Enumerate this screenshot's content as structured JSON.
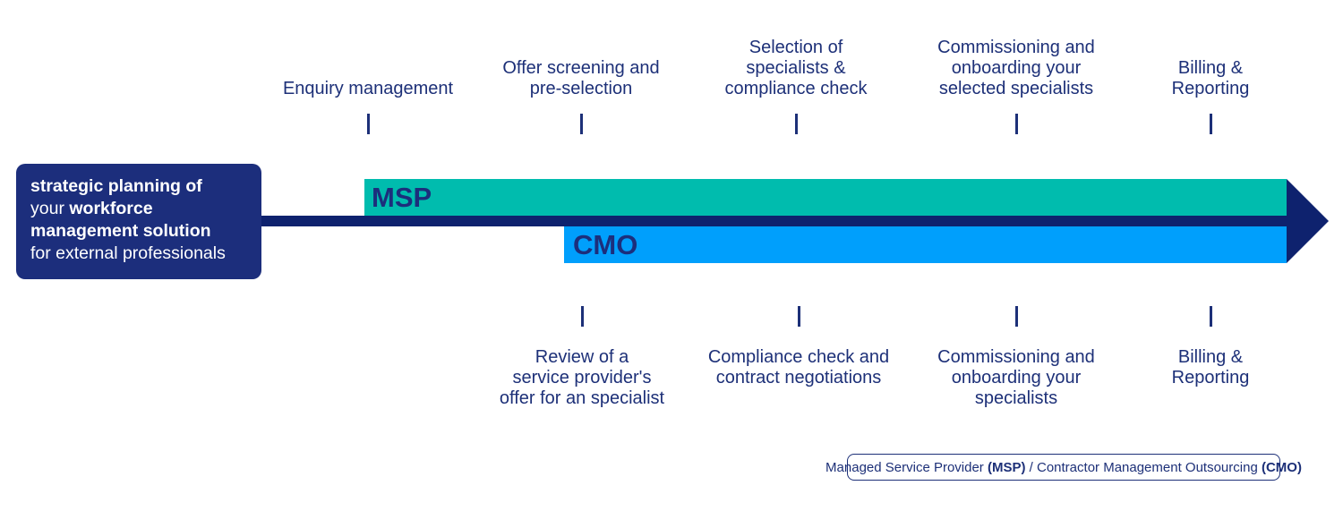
{
  "colors": {
    "navy": "#0e226e",
    "navy_box": "#1c2e7c",
    "text_navy": "#1d3078",
    "teal": "#00bcae",
    "blue": "#009ffc",
    "bg": "#ffffff"
  },
  "intro_box": {
    "line1_bold": "strategic planning of",
    "line2_regular": "your ",
    "line2_bold": "workforce",
    "line3_bold": "management solution",
    "line4_regular": "for external professionals"
  },
  "timeline": {
    "msp_label": "MSP",
    "cmo_label": "CMO"
  },
  "top_steps": [
    {
      "lines": [
        "Enquiry management"
      ]
    },
    {
      "lines": [
        "Offer screening and",
        "pre-selection"
      ]
    },
    {
      "lines": [
        "Selection of",
        "specialists &",
        "compliance check"
      ]
    },
    {
      "lines": [
        "Commissioning and",
        "onboarding your",
        "selected specialists"
      ]
    },
    {
      "lines": [
        "Billing &",
        "Reporting"
      ]
    }
  ],
  "bottom_steps": [
    {
      "lines": [
        "Review of a",
        "service provider's",
        "offer for an specialist"
      ]
    },
    {
      "lines": [
        "Compliance check and",
        "contract negotiations"
      ]
    },
    {
      "lines": [
        "Commissioning and",
        "onboarding your",
        "specialists"
      ]
    },
    {
      "lines": [
        "Billing &",
        "Reporting"
      ]
    }
  ],
  "legend": {
    "regular1": "Managed Service Provider ",
    "bold1": "(MSP)",
    "separator": " / ",
    "regular2": "Contractor Management Outsourcing ",
    "bold2": "(CMO)"
  }
}
